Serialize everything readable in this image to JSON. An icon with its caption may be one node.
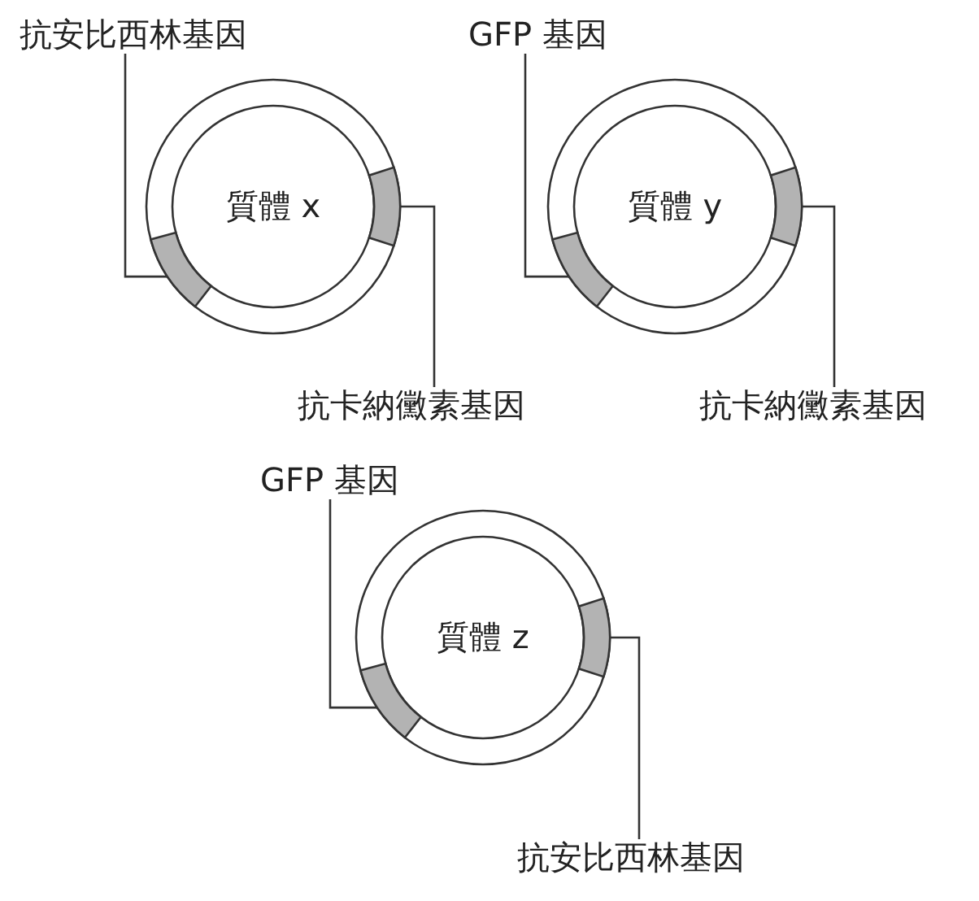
{
  "diagram": {
    "nodes": [
      {
        "text": [
          "抗安比西林基因"
        ]
      },
      {
        "text": [
          "GFP 基因"
        ]
      },
      {
        "text": [
          "質體 x"
        ]
      },
      {
        "text": [],
        "shape": "bar",
        "in": 2
      },
      {
        "text": [],
        "shape": "bar",
        "in": 2
      },
      {
        "text": [
          "抗卡納黴素基因"
        ]
      },
      {
        "text": [
          "質體 y"
        ]
      },
      {
        "text": [],
        "shape": "bar",
        "in": 6
      },
      {
        "text": [],
        "shape": "bar",
        "in": 6
      },
      {
        "text": [
          "抗卡納黴素基因"
        ]
      },
      {
        "text": [
          "GFP 基因"
        ]
      },
      {
        "text": [
          "質體 z"
        ]
      },
      {
        "text": [],
        "shape": "bar",
        "in": 11
      },
      {
        "text": [],
        "shape": "bar",
        "in": 11
      },
      {
        "text": [
          "抗安比西林基因"
        ]
      }
    ],
    "edges": [
      {
        "from": 0,
        "to": 3,
        "arrow": "none"
      },
      {
        "from": 1,
        "to": 7,
        "arrow": "none"
      },
      {
        "from": 5,
        "to": 4,
        "arrow": "none"
      },
      {
        "from": 9,
        "to": 8,
        "arrow": "none"
      },
      {
        "from": 10,
        "to": 12,
        "arrow": "none"
      },
      {
        "from": 14,
        "to": 13,
        "arrow": "none"
      }
    ]
  }
}
